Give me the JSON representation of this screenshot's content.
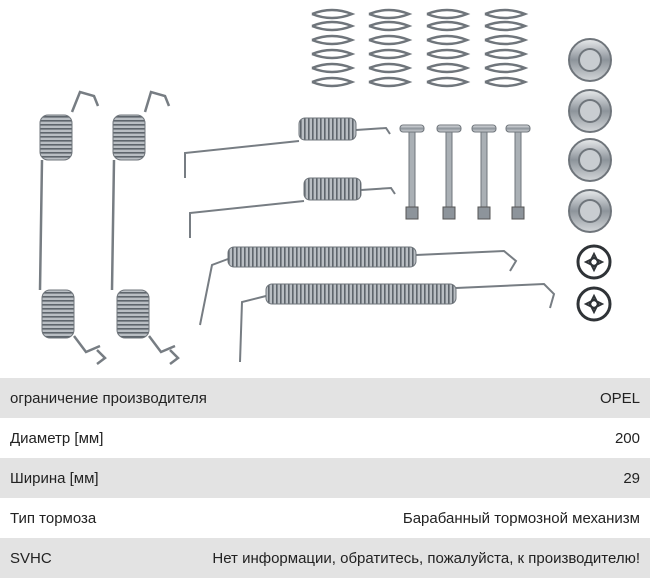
{
  "product": {
    "image_icon": "brake-shoe-spring-kit-image"
  },
  "specs": [
    {
      "label": "ограничение производителя",
      "value": "OPEL"
    },
    {
      "label": "Диаметр [мм]",
      "value": "200"
    },
    {
      "label": "Ширина [мм]",
      "value": "29"
    },
    {
      "label": "Тип тормоза",
      "value": "Барабанный тормозной механизм"
    },
    {
      "label": "SVHC",
      "value": "Нет информации, обратитесь, пожалуйста, к производителю!"
    }
  ],
  "colors": {
    "row_shaded": "#e3e3e3",
    "row_plain": "#ffffff",
    "metal": "#9aa0a6"
  }
}
